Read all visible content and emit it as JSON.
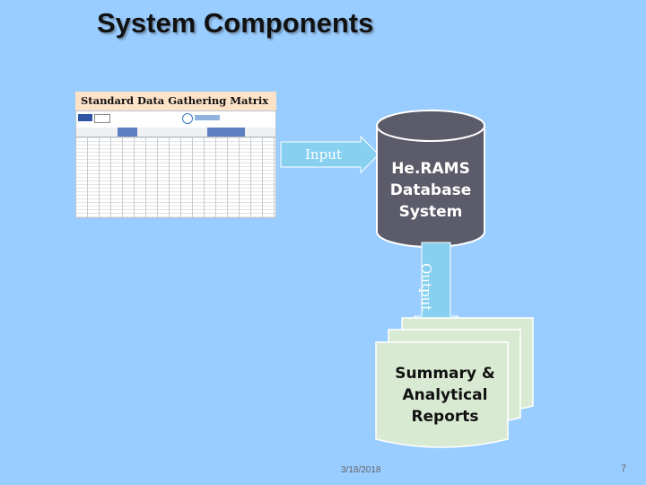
{
  "slide": {
    "title": "System Components",
    "date": "3/18/2018",
    "page_number": "7"
  },
  "matrix": {
    "label": "Standard Data Gathering Matrix"
  },
  "flow": {
    "input_label": "Input",
    "output_label": "Output"
  },
  "database": {
    "label_lines": [
      "He.RAMS",
      "Database",
      "System"
    ]
  },
  "reports": {
    "label_lines": [
      "Summary &",
      "Analytical",
      "Reports"
    ]
  },
  "colors": {
    "background": "#99ccff",
    "database_fill": "#5b5b69",
    "arrow_fill": "#87d0f0",
    "report_fill": "#d9ead3"
  }
}
